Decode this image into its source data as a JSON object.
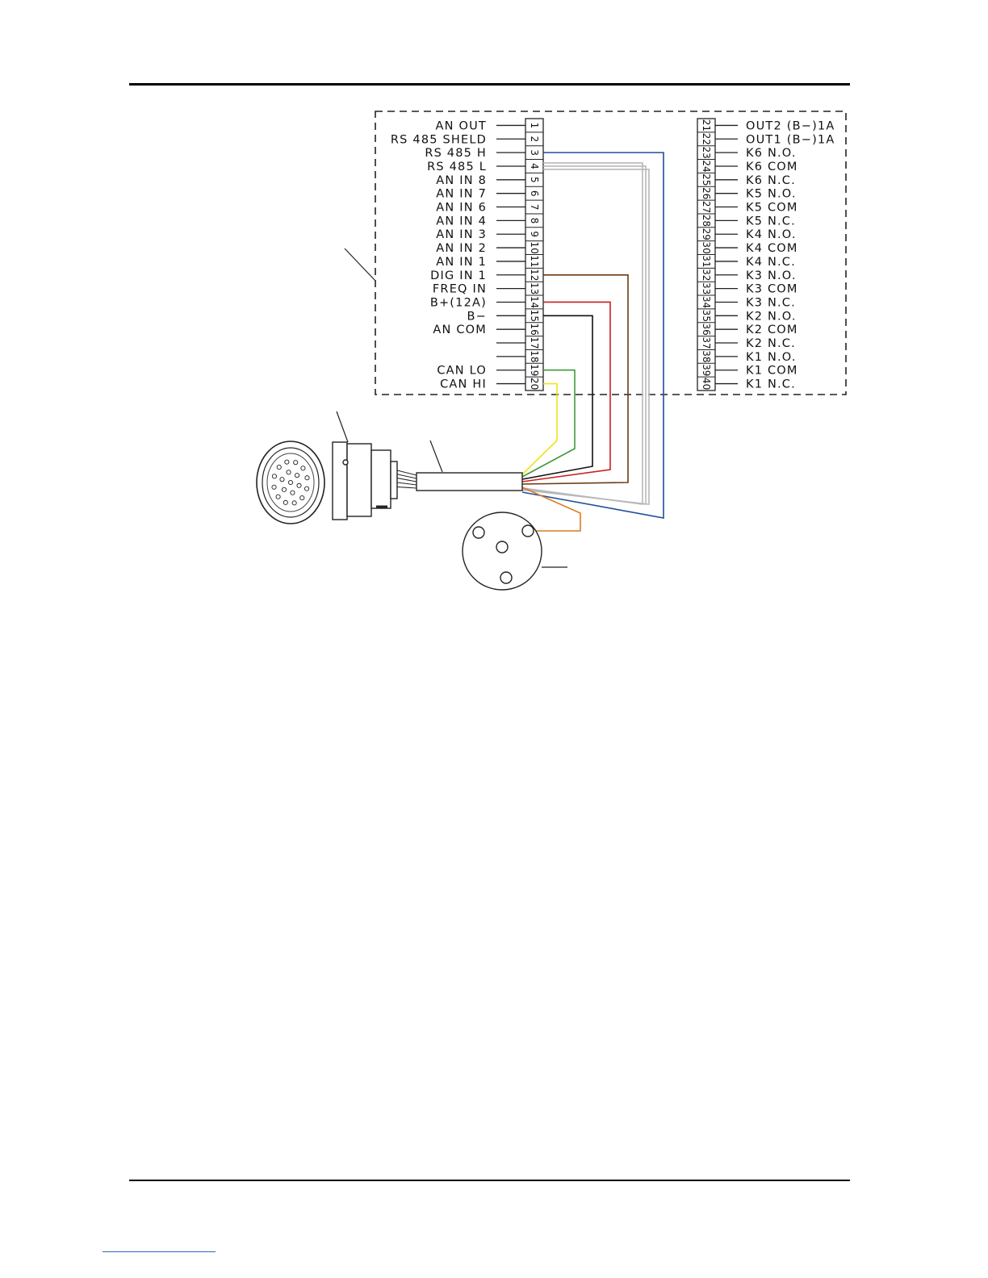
{
  "left_terminals": [
    {
      "pin": "1",
      "label": "AN  OUT"
    },
    {
      "pin": "2",
      "label": "RS 485  SHELD"
    },
    {
      "pin": "3",
      "label": "RS  485  H"
    },
    {
      "pin": "4",
      "label": "RS  485  L"
    },
    {
      "pin": "5",
      "label": "AN  IN  8"
    },
    {
      "pin": "6",
      "label": "AN  IN  7"
    },
    {
      "pin": "7",
      "label": "AN  IN  6"
    },
    {
      "pin": "8",
      "label": "AN  IN  4"
    },
    {
      "pin": "9",
      "label": "AN  IN  3"
    },
    {
      "pin": "10",
      "label": "AN  IN  2"
    },
    {
      "pin": "11",
      "label": "AN  IN  1"
    },
    {
      "pin": "12",
      "label": "DIG  IN  1"
    },
    {
      "pin": "13",
      "label": "FREQ  IN"
    },
    {
      "pin": "14",
      "label": "B+(12A)"
    },
    {
      "pin": "15",
      "label": "B−"
    },
    {
      "pin": "16",
      "label": "AN  COM"
    },
    {
      "pin": "17",
      "label": ""
    },
    {
      "pin": "18",
      "label": ""
    },
    {
      "pin": "19",
      "label": "CAN  LO"
    },
    {
      "pin": "20",
      "label": "CAN  HI"
    }
  ],
  "right_terminals": [
    {
      "pin": "21",
      "label": "OUT2  (B−)1A"
    },
    {
      "pin": "22",
      "label": "OUT1  (B−)1A"
    },
    {
      "pin": "23",
      "label": "K6  N.O."
    },
    {
      "pin": "24",
      "label": "K6  COM"
    },
    {
      "pin": "25",
      "label": "K6  N.C."
    },
    {
      "pin": "26",
      "label": "K5  N.O."
    },
    {
      "pin": "27",
      "label": "K5  COM"
    },
    {
      "pin": "28",
      "label": "K5  N.C."
    },
    {
      "pin": "29",
      "label": "K4  N.O."
    },
    {
      "pin": "30",
      "label": "K4  COM"
    },
    {
      "pin": "31",
      "label": "K4  N.C."
    },
    {
      "pin": "32",
      "label": "K3  N.O."
    },
    {
      "pin": "33",
      "label": "K3  COM"
    },
    {
      "pin": "34",
      "label": "K3  N.C."
    },
    {
      "pin": "35",
      "label": "K2  N.O."
    },
    {
      "pin": "36",
      "label": "K2  COM"
    },
    {
      "pin": "37",
      "label": "K2  N.C."
    },
    {
      "pin": "38",
      "label": "K1  N.O."
    },
    {
      "pin": "39",
      "label": "K1  COM"
    },
    {
      "pin": "40",
      "label": "K1  N.C."
    }
  ],
  "wires": [
    {
      "from_pin": "3",
      "color": "#1f4e9a"
    },
    {
      "from_pin": "4",
      "color": "#b8b8b8"
    },
    {
      "from_pin": "12",
      "color": "#6b3a12"
    },
    {
      "from_pin": "14",
      "color": "#cc1f1f"
    },
    {
      "from_pin": "15",
      "color": "#111111"
    },
    {
      "from_pin": "19",
      "color": "#3d9a3d"
    },
    {
      "from_pin": "20",
      "color": "#f2e21a"
    },
    {
      "to": "sensor",
      "color": "#d97b22"
    }
  ],
  "colors": {
    "rule": "#000000",
    "outline": "#222222",
    "footer_link": "#3a5fcd"
  }
}
